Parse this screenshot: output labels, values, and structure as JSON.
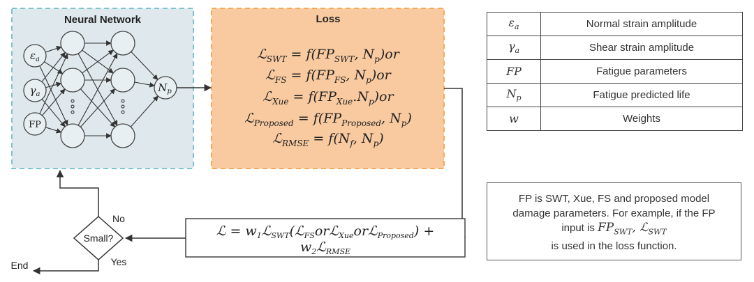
{
  "neural_network": {
    "title": "Neural Network",
    "inputs": [
      "ε",
      "γ",
      "FP"
    ],
    "input_subs": [
      "a",
      "a",
      ""
    ],
    "output": {
      "main": "N",
      "sub": "p"
    },
    "colors": {
      "fill": "#dfe9ed",
      "border": "#7ec4cf"
    }
  },
  "loss": {
    "title": "Loss",
    "equations": [
      {
        "lhs": "ℒ",
        "lhs_sub": "SWT",
        "eq": " = f(FP",
        "eq_sub": "SWT",
        "tail": ", N",
        "tail_sub": "p",
        "end": ")or"
      },
      {
        "lhs": "ℒ",
        "lhs_sub": "FS",
        "eq": " = f(FP",
        "eq_sub": "FS",
        "tail": ", N",
        "tail_sub": "p",
        "end": ")or"
      },
      {
        "lhs": "ℒ",
        "lhs_sub": "Xue",
        "eq": " = f(FP",
        "eq_sub": "Xue",
        "tail": ".N",
        "tail_sub": "p",
        "end": ")or"
      },
      {
        "lhs": "ℒ",
        "lhs_sub": "Proposed",
        "eq": " = f(FP",
        "eq_sub": "Proposed",
        "tail": ", N",
        "tail_sub": "p",
        "end": ")"
      },
      {
        "lhs": "ℒ",
        "lhs_sub": "RMSE",
        "eq": " = f(N",
        "eq_sub": "f",
        "tail": ", N",
        "tail_sub": "p",
        "end": ")"
      }
    ],
    "colors": {
      "fill": "#f9caa0",
      "border": "#f5a95a"
    }
  },
  "combined_loss": {
    "line1": {
      "a": "ℒ = w",
      "a_sub": "1",
      "b": "ℒ",
      "b_sub": "SWT",
      "c": "(ℒ",
      "c_sub": "FS",
      "d": "orℒ",
      "d_sub": "Xue",
      "e": "orℒ",
      "e_sub": "Proposed",
      "f": ") +"
    },
    "line2": {
      "a": "w",
      "a_sub": "2",
      "b": "ℒ",
      "b_sub": "RMSE"
    }
  },
  "decision": {
    "label": "Small?",
    "no_label": "No",
    "yes_label": "Yes",
    "end_label": "End"
  },
  "legend_table": {
    "rows": [
      {
        "symbol": "ε",
        "sub": "a",
        "description": "Normal strain amplitude"
      },
      {
        "symbol": "γ",
        "sub": "a",
        "description": "Shear strain amplitude"
      },
      {
        "symbol": "FP",
        "sub": "",
        "description": "Fatigue parameters"
      },
      {
        "symbol": "N",
        "sub": "p",
        "description": "Fatigue predicted life"
      },
      {
        "symbol": "w",
        "sub": "",
        "description": "Weights"
      }
    ]
  },
  "note": {
    "line1": "FP is SWT, Xue, FS and proposed model",
    "line2": "damage parameters. For example, if the FP",
    "line3_prefix": "input is ",
    "line3_m1": "FP",
    "line3_m1_sub": "SWT",
    "line3_sep": ", ",
    "line3_m2": "ℒ",
    "line3_m2_sub": "SWT",
    "line4": "is used in the loss function."
  }
}
